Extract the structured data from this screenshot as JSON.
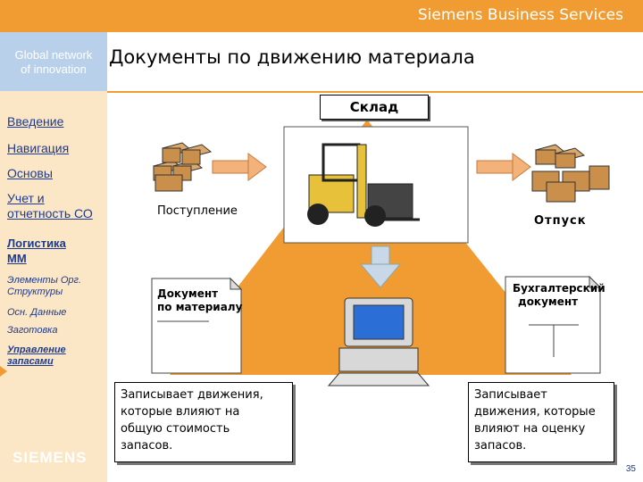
{
  "header": {
    "brand": "Siemens Business Services",
    "tagline_line1": "Global network",
    "tagline_line2": "of innovation",
    "title": "Документы по движению материала"
  },
  "sidebar": {
    "items": [
      {
        "label": "Введение"
      },
      {
        "label": "Навигация"
      },
      {
        "label": "Основы"
      },
      {
        "label_line1": "Учет и",
        "label_line2": "отчетность СО"
      },
      {
        "label_line1": "Логистика",
        "label_line2": "ММ"
      }
    ],
    "subitems": [
      {
        "label_line1": "Элементы Орг.",
        "label_line2": "Структуры"
      },
      {
        "label": "Осн. Данные"
      },
      {
        "label": "Заготовка"
      },
      {
        "label_line1": "Управление",
        "label_line2": "запасами"
      }
    ],
    "logo": "SIEMENS"
  },
  "diagram": {
    "warehouse": "Склад",
    "receipt": "Поступление",
    "issue": "Отпуск",
    "material_doc_line1": "Документ",
    "material_doc_line2": "по материалу",
    "accounting_doc_line1": "Бухгалтерский",
    "accounting_doc_line2": "документ",
    "note_left": [
      "Записывает движения,",
      "которые влияют на",
      "общую стоимость",
      "запасов."
    ],
    "note_right": [
      "Записывает",
      "движения, которые",
      "влияют на оценку",
      "запасов."
    ]
  },
  "footer": {
    "page": "35"
  },
  "colors": {
    "orange": "#f09c33",
    "blue": "#b8d0ea",
    "cream": "#fbe6c6",
    "link": "#1c3b8f"
  }
}
